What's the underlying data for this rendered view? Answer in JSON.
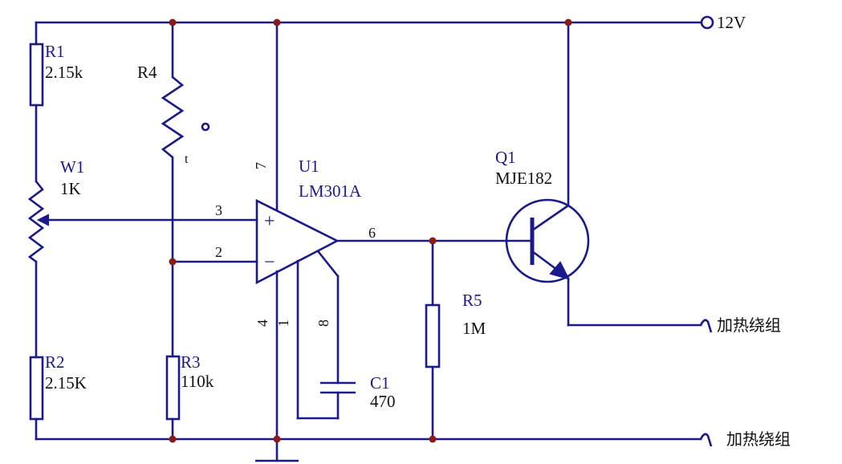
{
  "supply": {
    "label": "12V"
  },
  "components": {
    "R1": {
      "ref": "R1",
      "value": "2.15k"
    },
    "R2": {
      "ref": "R2",
      "value": "2.15K"
    },
    "R3": {
      "ref": "R3",
      "value": "110k"
    },
    "R4": {
      "ref": "R4",
      "symbol": "t"
    },
    "R5": {
      "ref": "R5",
      "value": "1M"
    },
    "W1": {
      "ref": "W1",
      "value": "1K"
    },
    "U1": {
      "ref": "U1",
      "value": "LM301A"
    },
    "C1": {
      "ref": "C1",
      "value": "470"
    },
    "Q1": {
      "ref": "Q1",
      "value": "MJE182"
    }
  },
  "pins": {
    "p3": "3",
    "p2": "2",
    "p7": "7",
    "p6": "6",
    "p4": "4",
    "p1": "1",
    "p8": "8"
  },
  "opamp": {
    "plus": "+",
    "minus": "−"
  },
  "outputs": {
    "top": "加热绕组",
    "bottom": "加热绕组"
  }
}
